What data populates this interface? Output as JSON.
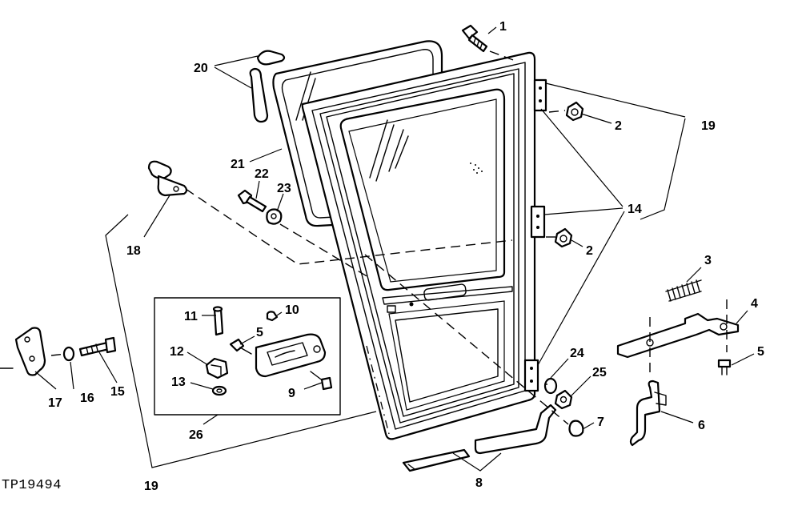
{
  "figure_id": "TP19494",
  "callouts": {
    "c1": "1",
    "c2a": "2",
    "c2b": "2",
    "c3": "3",
    "c4": "4",
    "c5a": "5",
    "c5b": "5",
    "c6": "6",
    "c7": "7",
    "c8": "8",
    "c9": "9",
    "c10": "10",
    "c11": "11",
    "c12": "12",
    "c13": "13",
    "c14": "14",
    "c15": "15",
    "c16": "16",
    "c17": "17",
    "c18": "18",
    "c19a": "19",
    "c19b": "19",
    "c20": "20",
    "c21": "21",
    "c22": "22",
    "c23": "23",
    "c24": "24",
    "c25": "25",
    "c26": "26"
  }
}
